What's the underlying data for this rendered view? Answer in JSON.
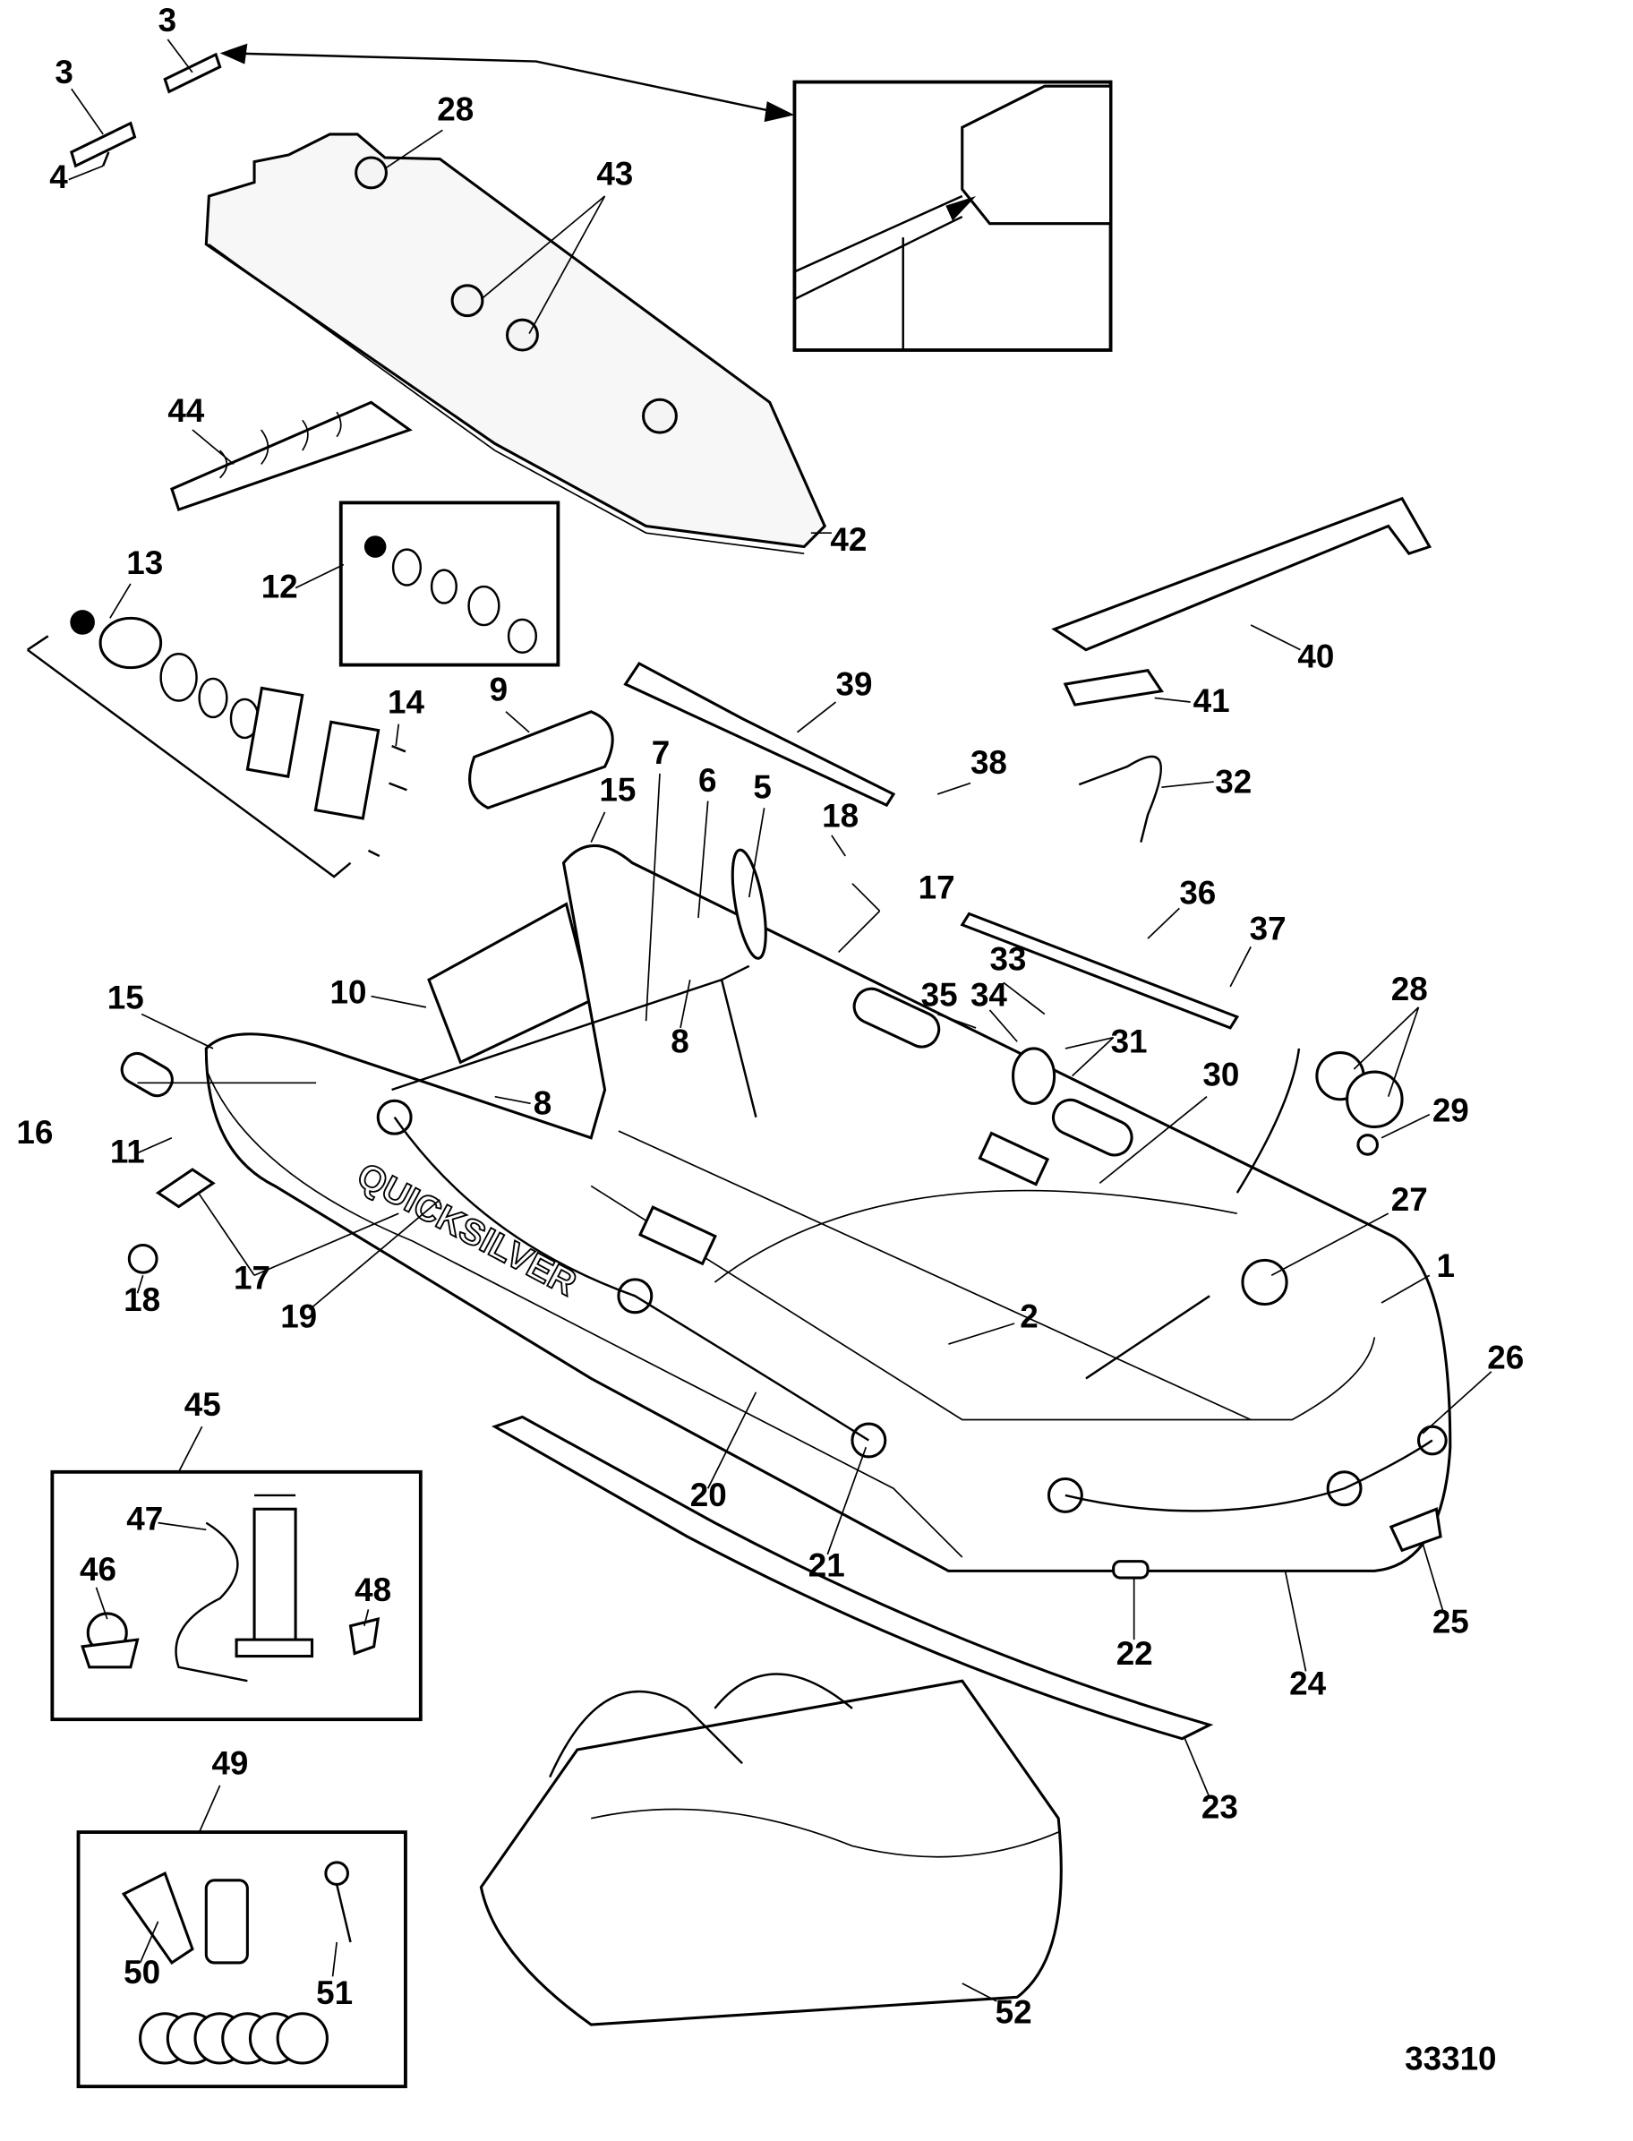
{
  "figure_id": "33310",
  "brand_text": "QUICKSILVER",
  "callouts": [
    {
      "id": "c1",
      "label": "1"
    },
    {
      "id": "c2",
      "label": "2"
    },
    {
      "id": "c3a",
      "label": "3"
    },
    {
      "id": "c3b",
      "label": "3"
    },
    {
      "id": "c4",
      "label": "4"
    },
    {
      "id": "c5",
      "label": "5"
    },
    {
      "id": "c6",
      "label": "6"
    },
    {
      "id": "c7",
      "label": "7"
    },
    {
      "id": "c8a",
      "label": "8"
    },
    {
      "id": "c8b",
      "label": "8"
    },
    {
      "id": "c9",
      "label": "9"
    },
    {
      "id": "c10",
      "label": "10"
    },
    {
      "id": "c11",
      "label": "11"
    },
    {
      "id": "c12",
      "label": "12"
    },
    {
      "id": "c13",
      "label": "13"
    },
    {
      "id": "c14",
      "label": "14"
    },
    {
      "id": "c15a",
      "label": "15"
    },
    {
      "id": "c15b",
      "label": "15"
    },
    {
      "id": "c16",
      "label": "16"
    },
    {
      "id": "c17a",
      "label": "17"
    },
    {
      "id": "c17b",
      "label": "17"
    },
    {
      "id": "c18a",
      "label": "18"
    },
    {
      "id": "c18b",
      "label": "18"
    },
    {
      "id": "c19",
      "label": "19"
    },
    {
      "id": "c20",
      "label": "20"
    },
    {
      "id": "c21",
      "label": "21"
    },
    {
      "id": "c22",
      "label": "22"
    },
    {
      "id": "c23",
      "label": "23"
    },
    {
      "id": "c24",
      "label": "24"
    },
    {
      "id": "c25",
      "label": "25"
    },
    {
      "id": "c26",
      "label": "26"
    },
    {
      "id": "c27",
      "label": "27"
    },
    {
      "id": "c28a",
      "label": "28"
    },
    {
      "id": "c28b",
      "label": "28"
    },
    {
      "id": "c29",
      "label": "29"
    },
    {
      "id": "c30",
      "label": "30"
    },
    {
      "id": "c31",
      "label": "31"
    },
    {
      "id": "c32",
      "label": "32"
    },
    {
      "id": "c33",
      "label": "33"
    },
    {
      "id": "c34",
      "label": "34"
    },
    {
      "id": "c35",
      "label": "35"
    },
    {
      "id": "c36",
      "label": "36"
    },
    {
      "id": "c37",
      "label": "37"
    },
    {
      "id": "c38",
      "label": "38"
    },
    {
      "id": "c39",
      "label": "39"
    },
    {
      "id": "c40",
      "label": "40"
    },
    {
      "id": "c41",
      "label": "41"
    },
    {
      "id": "c42",
      "label": "42"
    },
    {
      "id": "c43",
      "label": "43"
    },
    {
      "id": "c44",
      "label": "44"
    },
    {
      "id": "c45",
      "label": "45"
    },
    {
      "id": "c46",
      "label": "46"
    },
    {
      "id": "c47",
      "label": "47"
    },
    {
      "id": "c48",
      "label": "48"
    },
    {
      "id": "c49",
      "label": "49"
    },
    {
      "id": "c50",
      "label": "50"
    },
    {
      "id": "c51",
      "label": "51"
    },
    {
      "id": "c52",
      "label": "52"
    }
  ]
}
